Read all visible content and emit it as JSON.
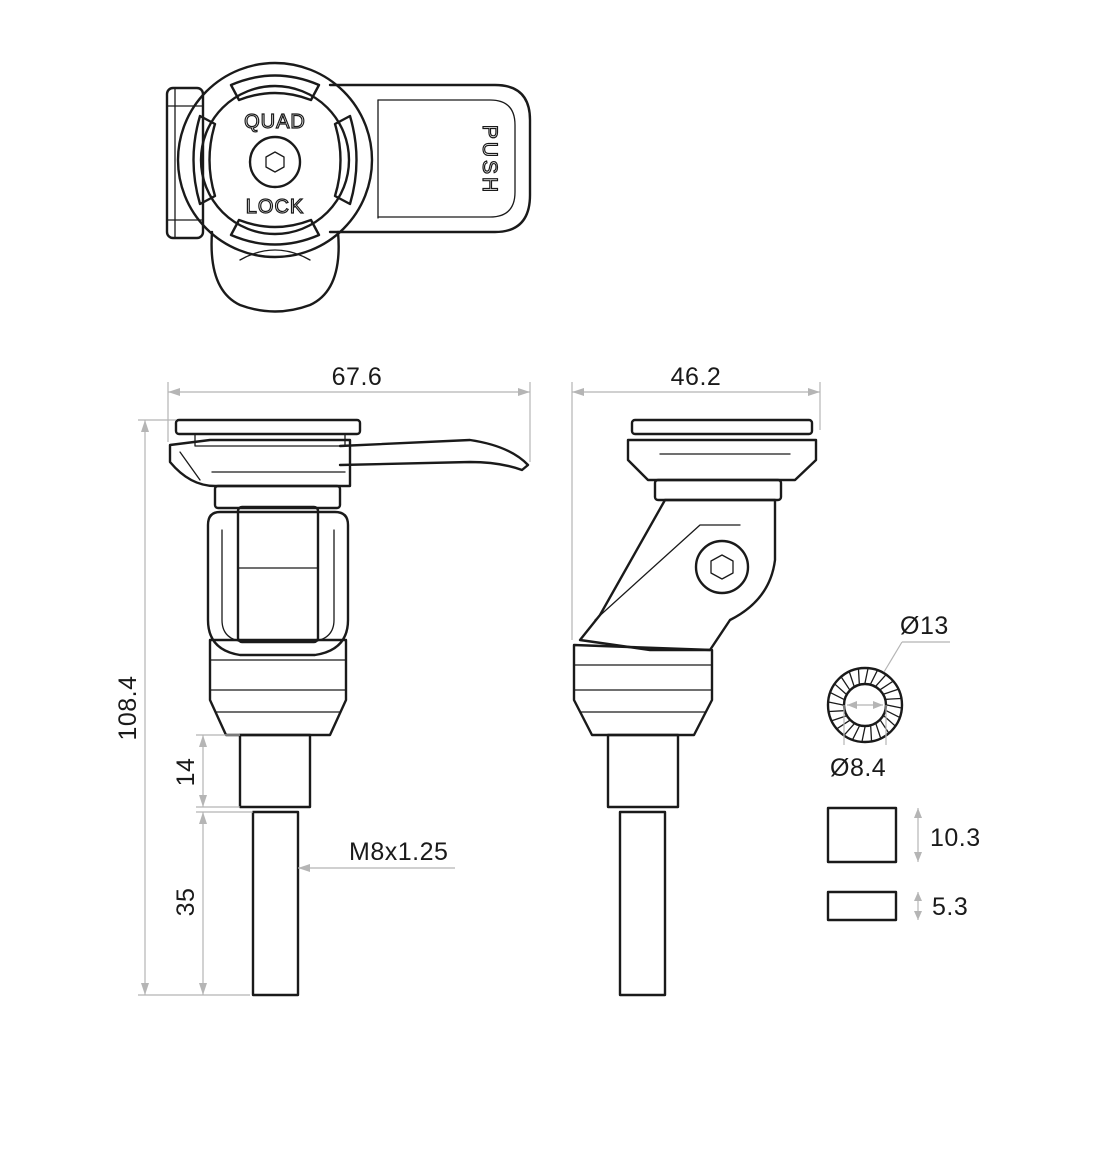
{
  "top_view": {
    "brand_line_1": "QUAD",
    "brand_line_2": "LOCK",
    "push_label": "PUSH"
  },
  "front_view": {
    "width": "67.6",
    "overall_height": "108.4",
    "stud_height": "14",
    "thread_length": "35",
    "thread_spec": "M8x1.25"
  },
  "side_view": {
    "width": "46.2"
  },
  "washer": {
    "outer_diameter": "Ø13",
    "inner_diameter": "Ø8.4"
  },
  "spacers": {
    "tall_height": "10.3",
    "short_height": "5.3"
  }
}
